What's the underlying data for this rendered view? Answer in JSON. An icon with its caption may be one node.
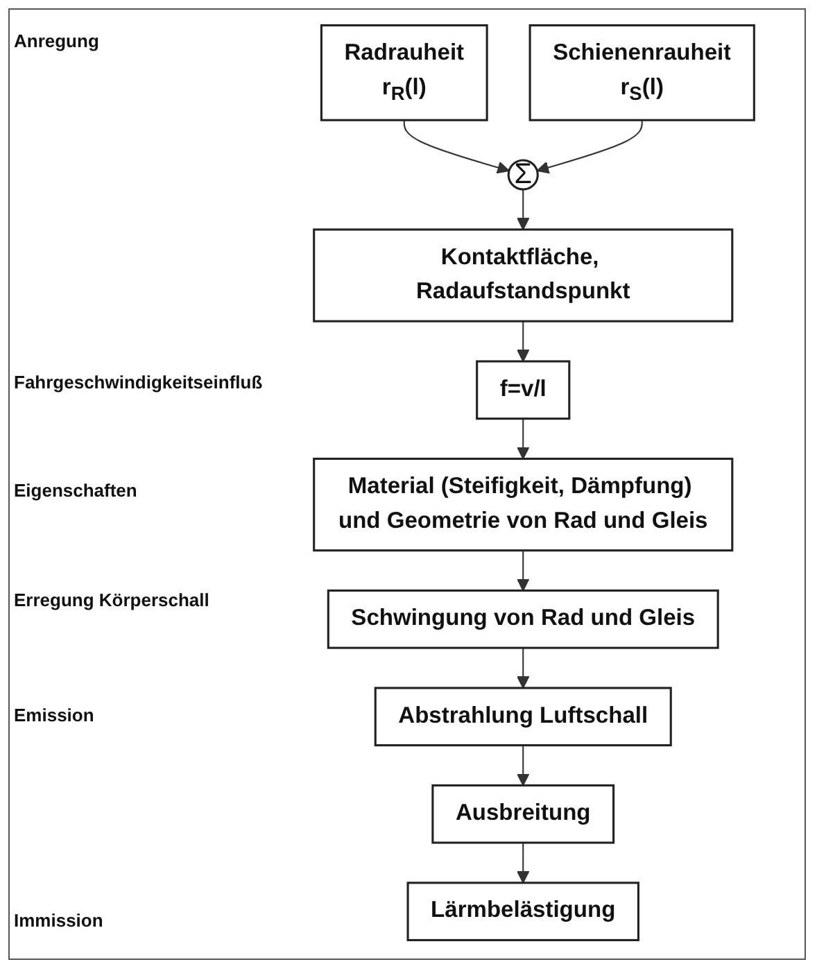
{
  "diagram": {
    "nodes": [
      {
        "text": [
          "Radrauheit",
          "r$_{R}$(l)"
        ]
      },
      {
        "text": [
          "Schienenrauheit",
          "r$_{S}$(l)"
        ]
      },
      {
        "text": [
          "Σ"
        ]
      },
      {
        "text": [
          "Kontaktfläche, Radaufstandspunkt"
        ]
      },
      {
        "text": [
          "f=v/l"
        ]
      },
      {
        "text": [
          "Material (Steifigkeit, Dämpfung) und Geometrie von Rad und Gleis"
        ]
      },
      {
        "text": [
          "Schwingung von Rad und Gleis"
        ]
      },
      {
        "text": [
          "Abstrahlung Luftschall"
        ]
      },
      {
        "text": [
          "Ausbreitung"
        ]
      },
      {
        "text": [
          "Lärmbelästigung"
        ]
      }
    ],
    "edges": [
      {
        "from": 0,
        "to": 2,
        "arrow": "to"
      },
      {
        "from": 1,
        "to": 2,
        "arrow": "to"
      },
      {
        "from": 2,
        "to": 3,
        "arrow": "to"
      },
      {
        "from": 3,
        "to": 4,
        "arrow": "to"
      },
      {
        "from": 4,
        "to": 5,
        "arrow": "to"
      },
      {
        "from": 5,
        "to": 6,
        "arrow": "to"
      },
      {
        "from": 6,
        "to": 7,
        "arrow": "to"
      },
      {
        "from": 7,
        "to": 8,
        "arrow": "to"
      },
      {
        "from": 8,
        "to": 9,
        "arrow": "to"
      }
    ],
    "labels": [
      "Anregung",
      "Fahrgeschwindigkeitseinfluß",
      "Eigenschaften",
      "Erregung Körperschall",
      "Emission",
      "Immission"
    ]
  }
}
